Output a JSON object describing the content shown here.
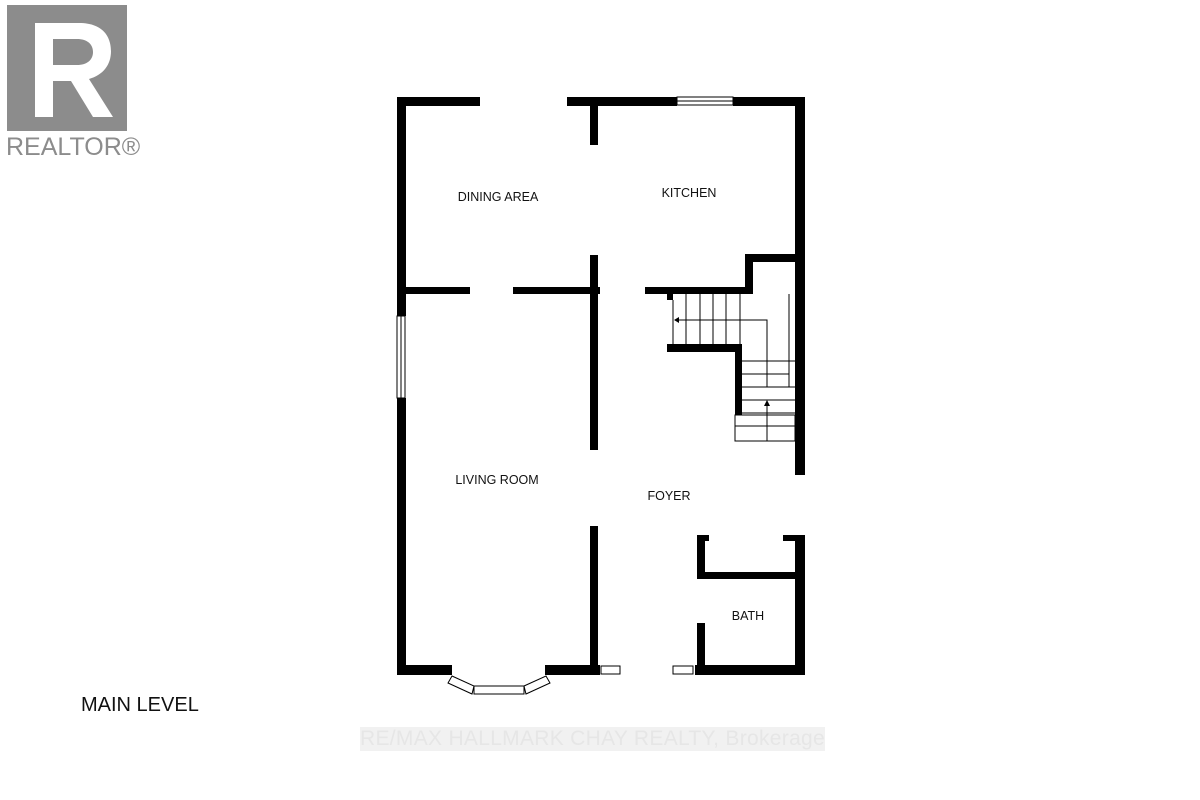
{
  "logo": {
    "text": "REALTOR®"
  },
  "plan": {
    "rooms": {
      "dining": "DINING AREA",
      "kitchen": "KITCHEN",
      "living": "LIVING ROOM",
      "foyer": "FOYER",
      "bath": "BATH"
    },
    "level_label": "MAIN LEVEL"
  },
  "watermark": "RE/MAX HALLMARK CHAY REALTY, Brokerage",
  "colors": {
    "wall": "#000000",
    "logo": "#8c8c8c",
    "watermark": "#e6e6e6"
  }
}
